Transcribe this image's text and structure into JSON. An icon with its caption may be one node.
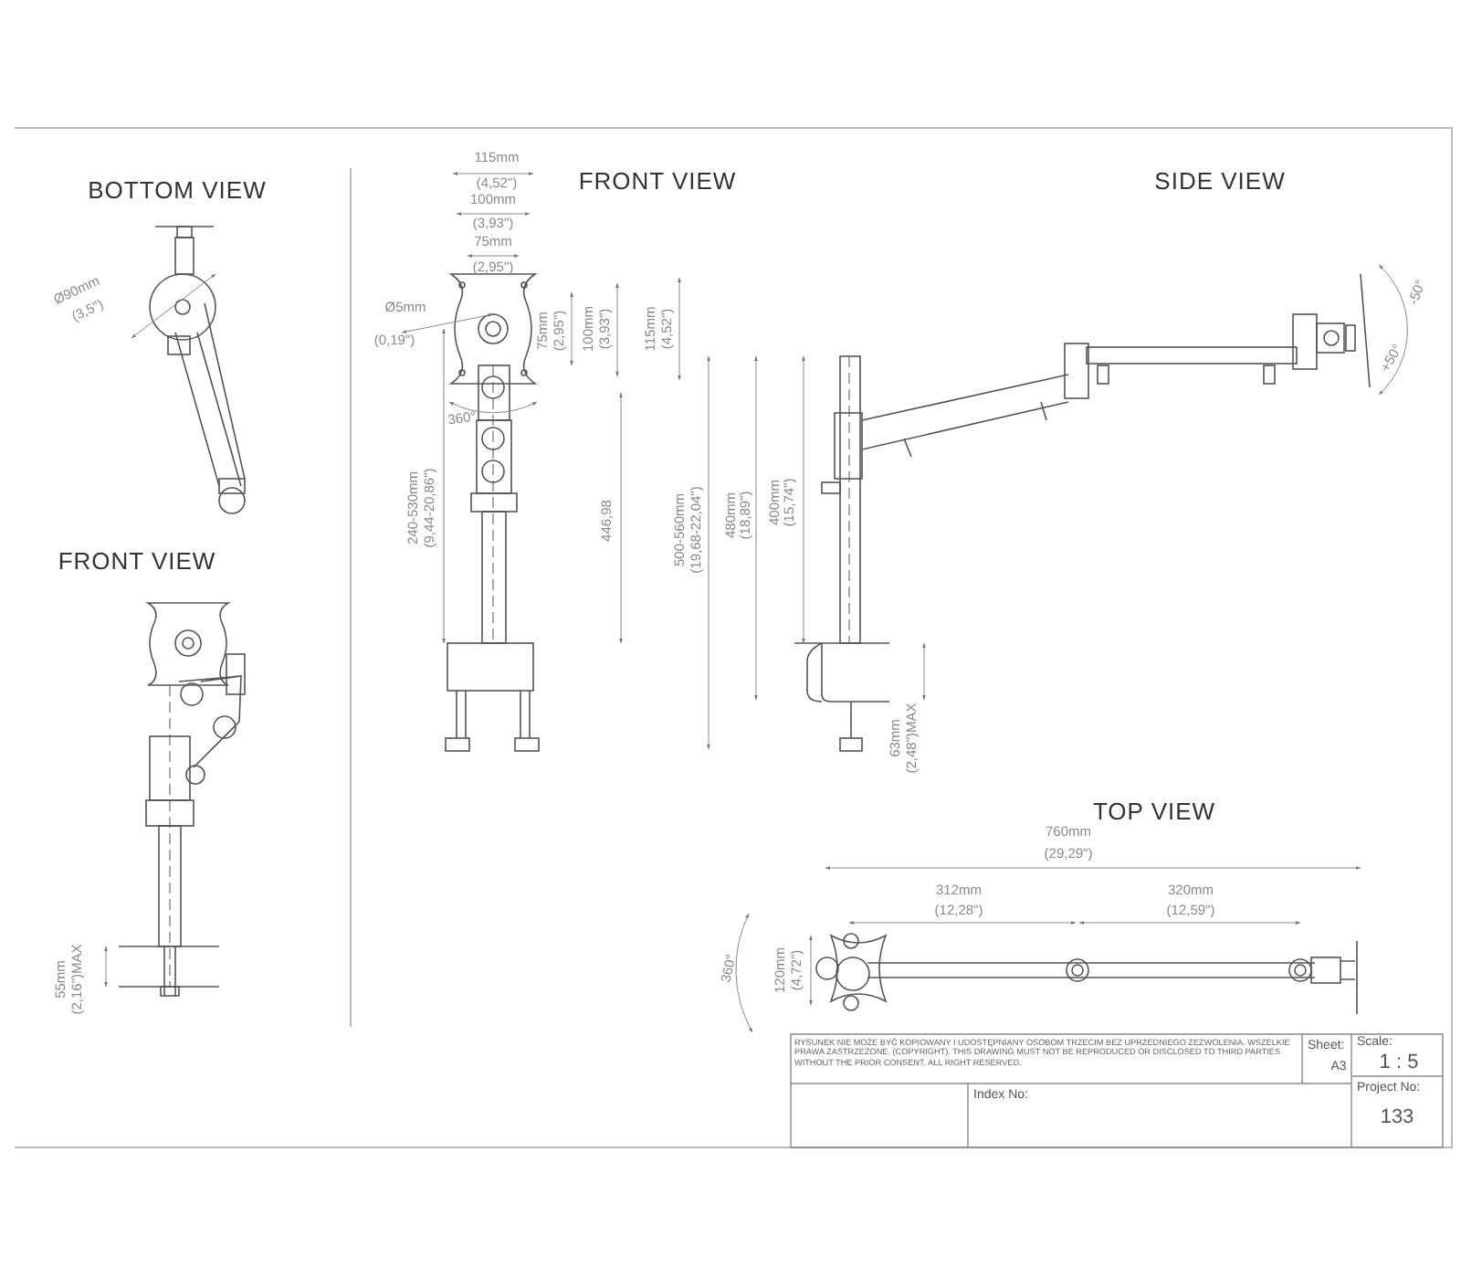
{
  "diagram": {
    "labels": [
      "BOTTOM VIEW",
      "Ø90mm",
      "(3,5\")",
      "FRONT VIEW",
      "115mm",
      "(4,52\")",
      "100mm",
      "(3,93\")",
      "75mm",
      "(2,95\")",
      "Ø5mm",
      "(0,19\")",
      "75mm",
      "(2,95\")",
      "100mm",
      "(3,93\")",
      "115mm",
      "(4,52\")",
      "360°",
      "240-530mm",
      "(9,44-20,86\")",
      "446,98",
      "SIDE VIEW",
      "-50°",
      "+50°",
      "500-560mm",
      "(19,68-22,04\")",
      "480mm",
      "(18,89\")",
      "400mm",
      "(15,74\")",
      "63mm",
      "(2,48\")MAX",
      "FRONT VIEW",
      "55mm",
      "(2,16\")MAX",
      "TOP VIEW",
      "760mm",
      "(29,29\")",
      "312mm",
      "(12,28\")",
      "320mm",
      "(12,59\")",
      "360°",
      "120mm",
      "(4,72\")",
      "RYSUNEK NIE MOŻE BYĆ KOPIOWANY I UDOSTĘPNIANY OSOBOM TRZECIM BEZ UPRZEDNIEGO ZEZWOLENIA. WSZELKIE PRAWA ZASTRZEŻONE. (COPYRIGHT). THIS DRAWING MUST NOT BE REPRODUCED OR DISCLOSED TO THIRD PARTIES WITHOUT THE PRIOR CONSENT. ALL RIGHT RESERVED.",
      "Sheet:",
      "A3",
      "Scale:",
      "1 : 5",
      "Index No:",
      "Project No:",
      "133"
    ]
  }
}
